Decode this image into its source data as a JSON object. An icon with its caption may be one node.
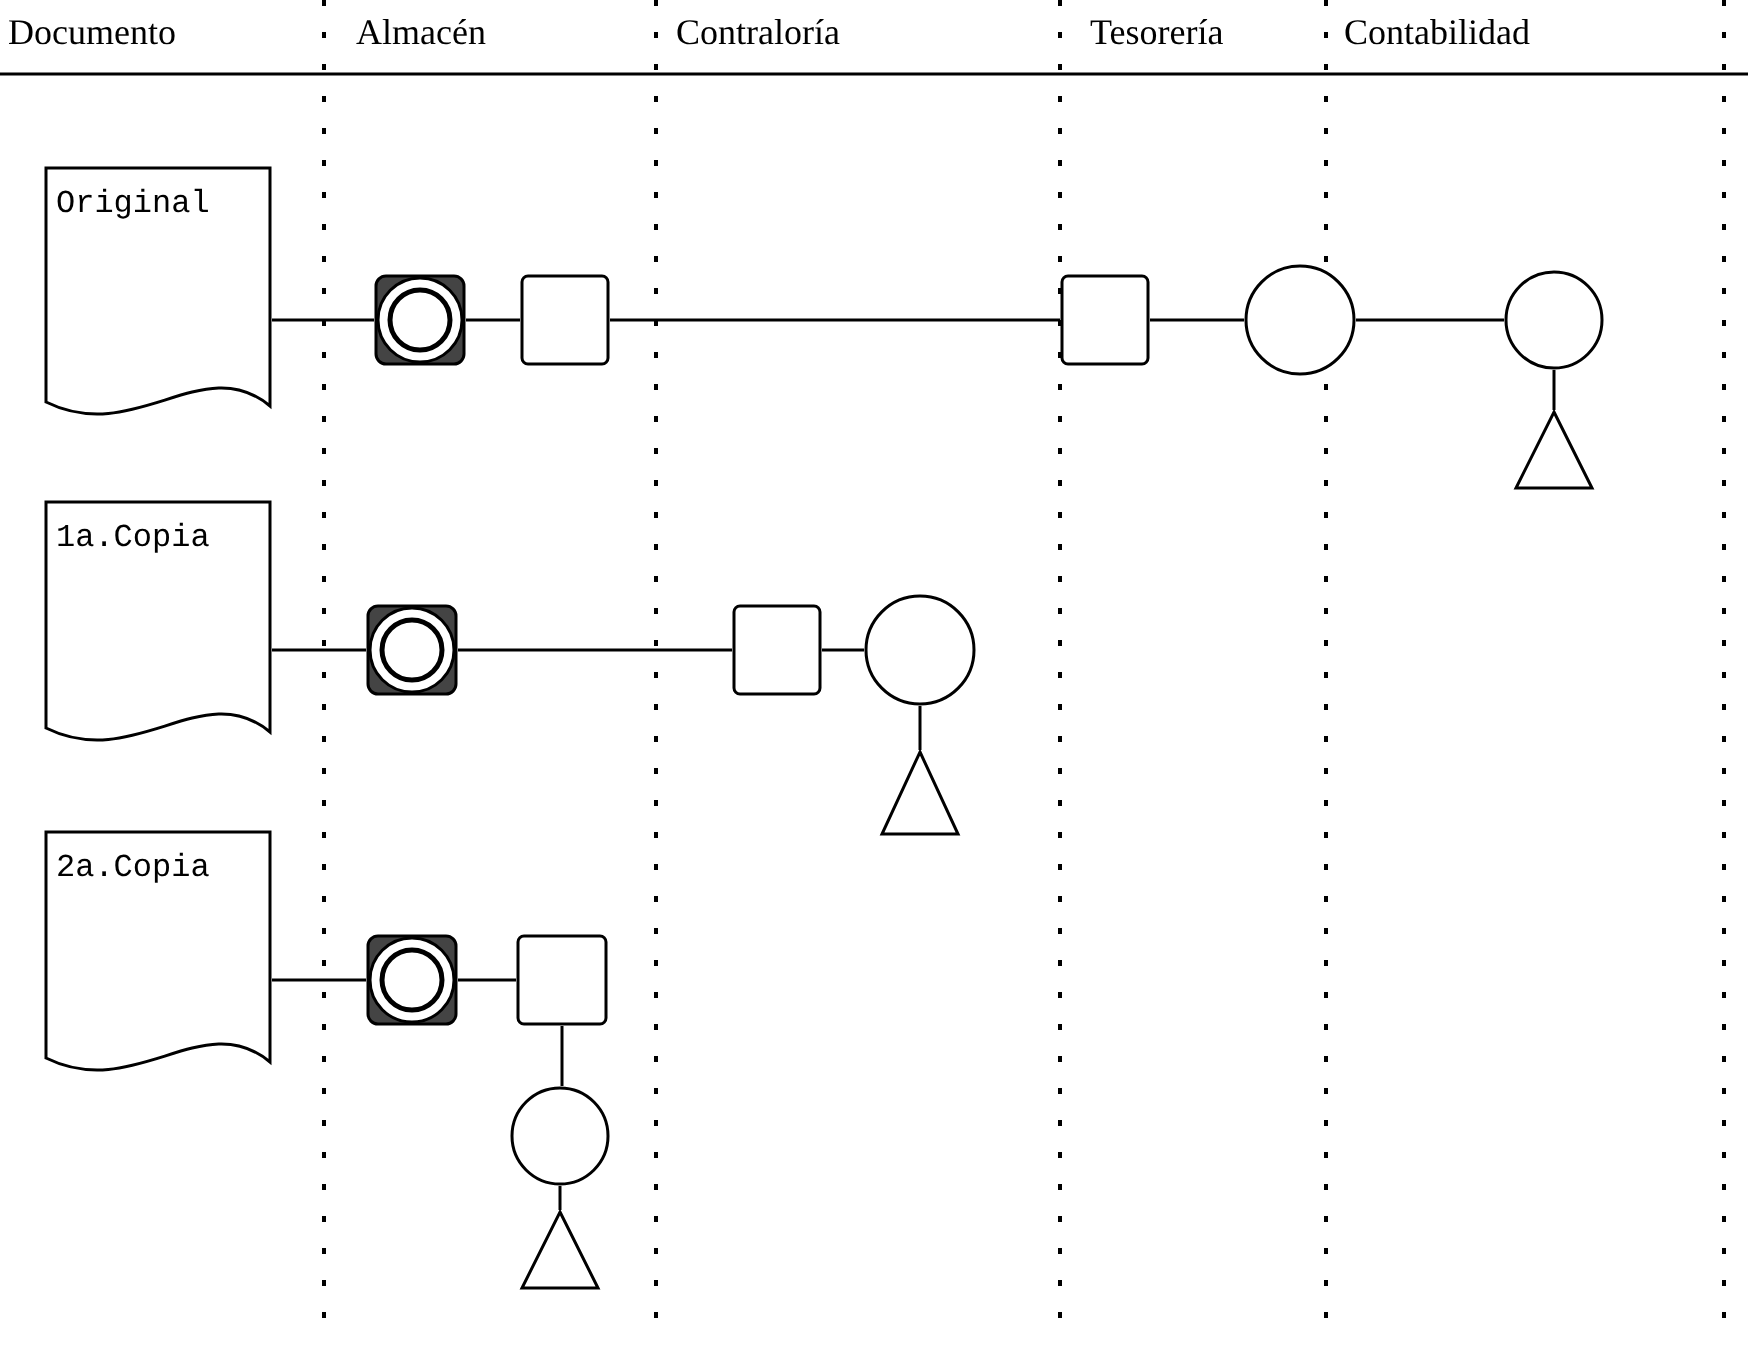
{
  "diagram": {
    "nodes": [
      {
        "text": [
          "Original"
        ]
      },
      {
        "text": [],
        "shape": "ring"
      },
      {
        "text": [],
        "shape": "box"
      },
      {
        "text": [],
        "shape": "box"
      },
      {
        "text": [],
        "shape": "circle"
      },
      {
        "text": [],
        "shape": "circle"
      },
      {
        "text": [],
        "shape": "triangle"
      },
      {
        "text": [
          "1a.Copia"
        ]
      },
      {
        "text": [],
        "shape": "ring"
      },
      {
        "text": [],
        "shape": "box"
      },
      {
        "text": [],
        "shape": "circle"
      },
      {
        "text": [],
        "shape": "triangle"
      },
      {
        "text": [
          "2a.Copia"
        ]
      },
      {
        "text": [],
        "shape": "ring"
      },
      {
        "text": [],
        "shape": "box"
      },
      {
        "text": [],
        "shape": "circle"
      },
      {
        "text": [],
        "shape": "triangle"
      }
    ],
    "edges": [
      {
        "from": 0,
        "to": 1,
        "arrow": "none"
      },
      {
        "from": 1,
        "to": 2,
        "arrow": "none"
      },
      {
        "from": 2,
        "to": 3,
        "arrow": "none"
      },
      {
        "from": 3,
        "to": 4,
        "arrow": "none"
      },
      {
        "from": 4,
        "to": 5,
        "arrow": "none"
      },
      {
        "from": 5,
        "to": 6,
        "arrow": "none"
      },
      {
        "from": 7,
        "to": 8,
        "arrow": "none"
      },
      {
        "from": 8,
        "to": 9,
        "arrow": "none"
      },
      {
        "from": 9,
        "to": 10,
        "arrow": "none"
      },
      {
        "from": 10,
        "to": 11,
        "arrow": "none"
      },
      {
        "from": 12,
        "to": 13,
        "arrow": "none"
      },
      {
        "from": 13,
        "to": 14,
        "arrow": "none"
      },
      {
        "from": 14,
        "to": 15,
        "arrow": "none"
      },
      {
        "from": 15,
        "to": 16,
        "arrow": "none"
      }
    ],
    "labels": [
      "Documento",
      "Almacén",
      "Contraloría",
      "Tesorería",
      "Contabilidad"
    ]
  }
}
